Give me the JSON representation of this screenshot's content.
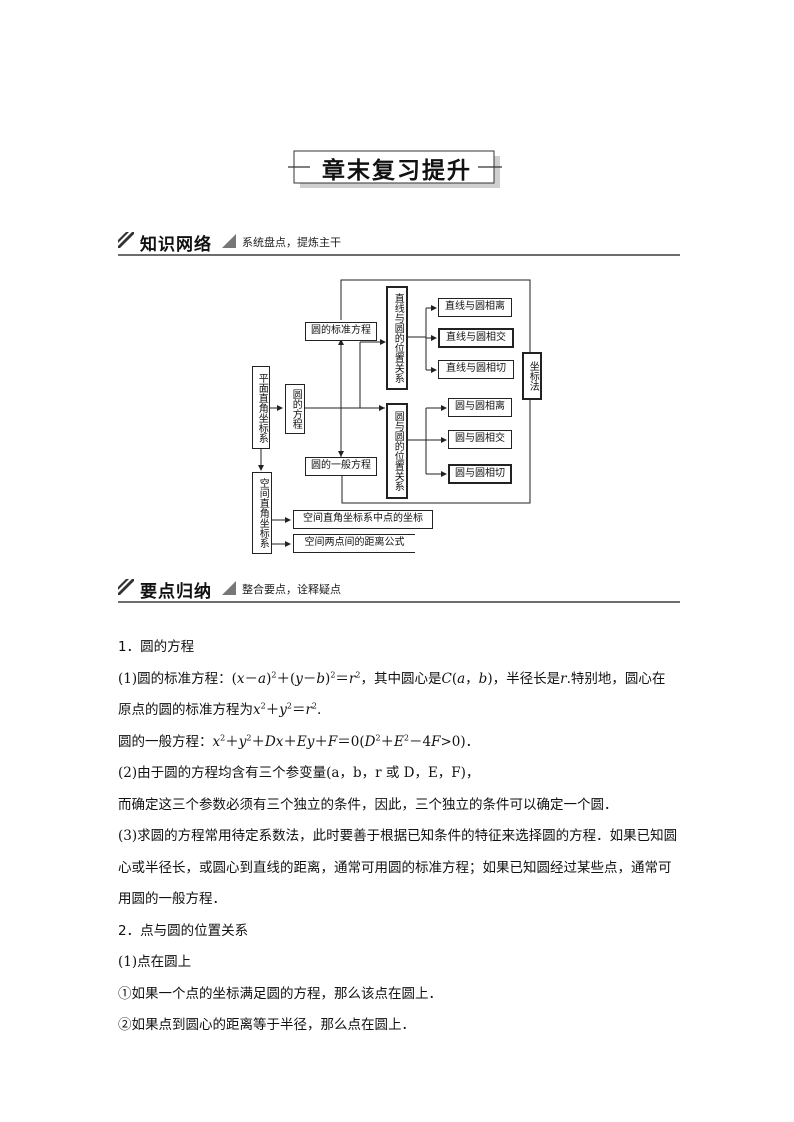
{
  "title": "章末复习提升",
  "sections": {
    "knowledge": {
      "label": "知识网络",
      "sub": "系统盘点，提炼主干"
    },
    "points": {
      "label": "要点归纳",
      "sub": "整合要点，诠释疑点"
    }
  },
  "diagram": {
    "plane": "平面直角坐标系",
    "space": "空间直角坐标系",
    "circle_eq": "圆的方程",
    "standard_eq": "圆的标准方程",
    "general_eq": "圆的一般方程",
    "line_circle": "直线与圆的位置关系",
    "circle_circle": "圆与圆的位置关系",
    "lc_apart": "直线与圆相离",
    "lc_intersect": "直线与圆相交",
    "lc_tangent": "直线与圆相切",
    "cc_apart": "圆与圆相离",
    "cc_intersect": "圆与圆相交",
    "cc_tangent": "圆与圆相切",
    "coord_method": "坐标法",
    "space_point": "空间直角坐标系中点的坐标",
    "space_dist": "空间两点间的距离公式"
  },
  "text": {
    "h1": "1．圆的方程",
    "h1_p1_a": "(1)圆的标准方程：",
    "h1_p1_b": "，其中圆心是",
    "h1_p1_c": "，半径长是",
    "h1_p1_d": "特别地，圆心在",
    "h1_p1_e": "原点的圆的标准方程为",
    "h1_p2_a": "圆的一般方程：",
    "h1_p3": "(2)由于圆的方程均含有三个参变量(a，b，r 或 D，E，F)，",
    "h1_p4": "而确定这三个参数必须有三个独立的条件，因此，三个独立的条件可以确定一个圆．",
    "h1_p5": "(3)求圆的方程常用待定系数法，此时要善于根据已知条件的特征来选择圆的方程．如果已知圆心或半径长，或圆心到直线的距离，通常可用圆的标准方程；如果已知圆经过某些点，通常可用圆的一般方程．",
    "h2": "2．点与圆的位置关系",
    "h2_p1": "(1)点在圆上",
    "h2_p2": "①如果一个点的坐标满足圆的方程，那么该点在圆上．",
    "h2_p3": "②如果点到圆心的距离等于半径，那么点在圆上．"
  }
}
